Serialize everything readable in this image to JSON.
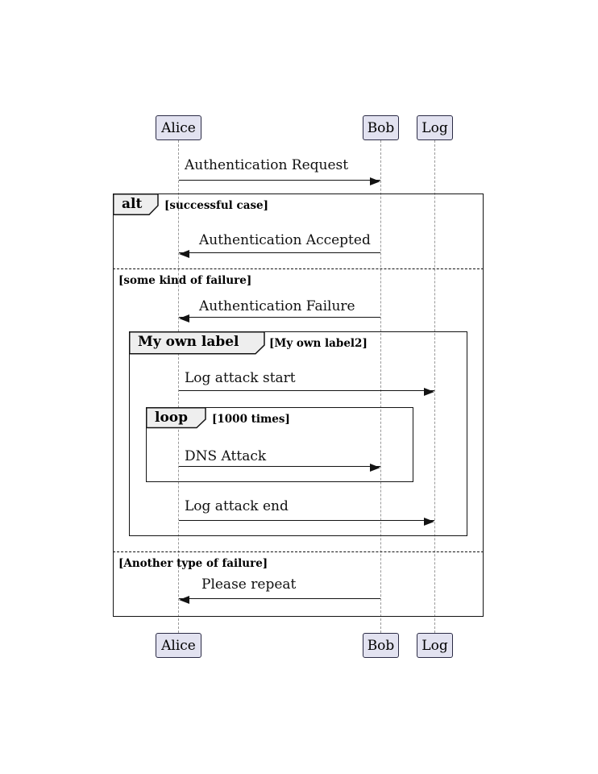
{
  "diagram_type": "uml-sequence-diagram",
  "participants": [
    {
      "name": "Alice"
    },
    {
      "name": "Bob"
    },
    {
      "name": "Log"
    }
  ],
  "messages": [
    {
      "from": "Alice",
      "to": "Bob",
      "label": "Authentication Request"
    },
    {
      "from": "Bob",
      "to": "Alice",
      "label": "Authentication Accepted"
    },
    {
      "from": "Bob",
      "to": "Alice",
      "label": "Authentication Failure"
    },
    {
      "from": "Alice",
      "to": "Log",
      "label": "Log attack start"
    },
    {
      "from": "Alice",
      "to": "Bob",
      "label": "DNS Attack"
    },
    {
      "from": "Alice",
      "to": "Log",
      "label": "Log attack end"
    },
    {
      "from": "Bob",
      "to": "Alice",
      "label": "Please repeat"
    }
  ],
  "frames": {
    "alt": {
      "label": "alt",
      "condition": "[successful case]",
      "dividers": [
        "[some kind of failure]",
        "[Another type of failure]"
      ]
    },
    "group": {
      "label": "My own label",
      "condition": "[My own label2]"
    },
    "loop": {
      "label": "loop",
      "condition": "[1000 times]"
    }
  },
  "colors": {
    "participant_fill": "#E2E2F0",
    "participant_border": "#2B2B45",
    "frame_border": "#131313",
    "frame_tab_fill": "#EEEEEE",
    "lifeline": "#999999",
    "arrow": "#131313",
    "background": "#FFFFFF"
  }
}
